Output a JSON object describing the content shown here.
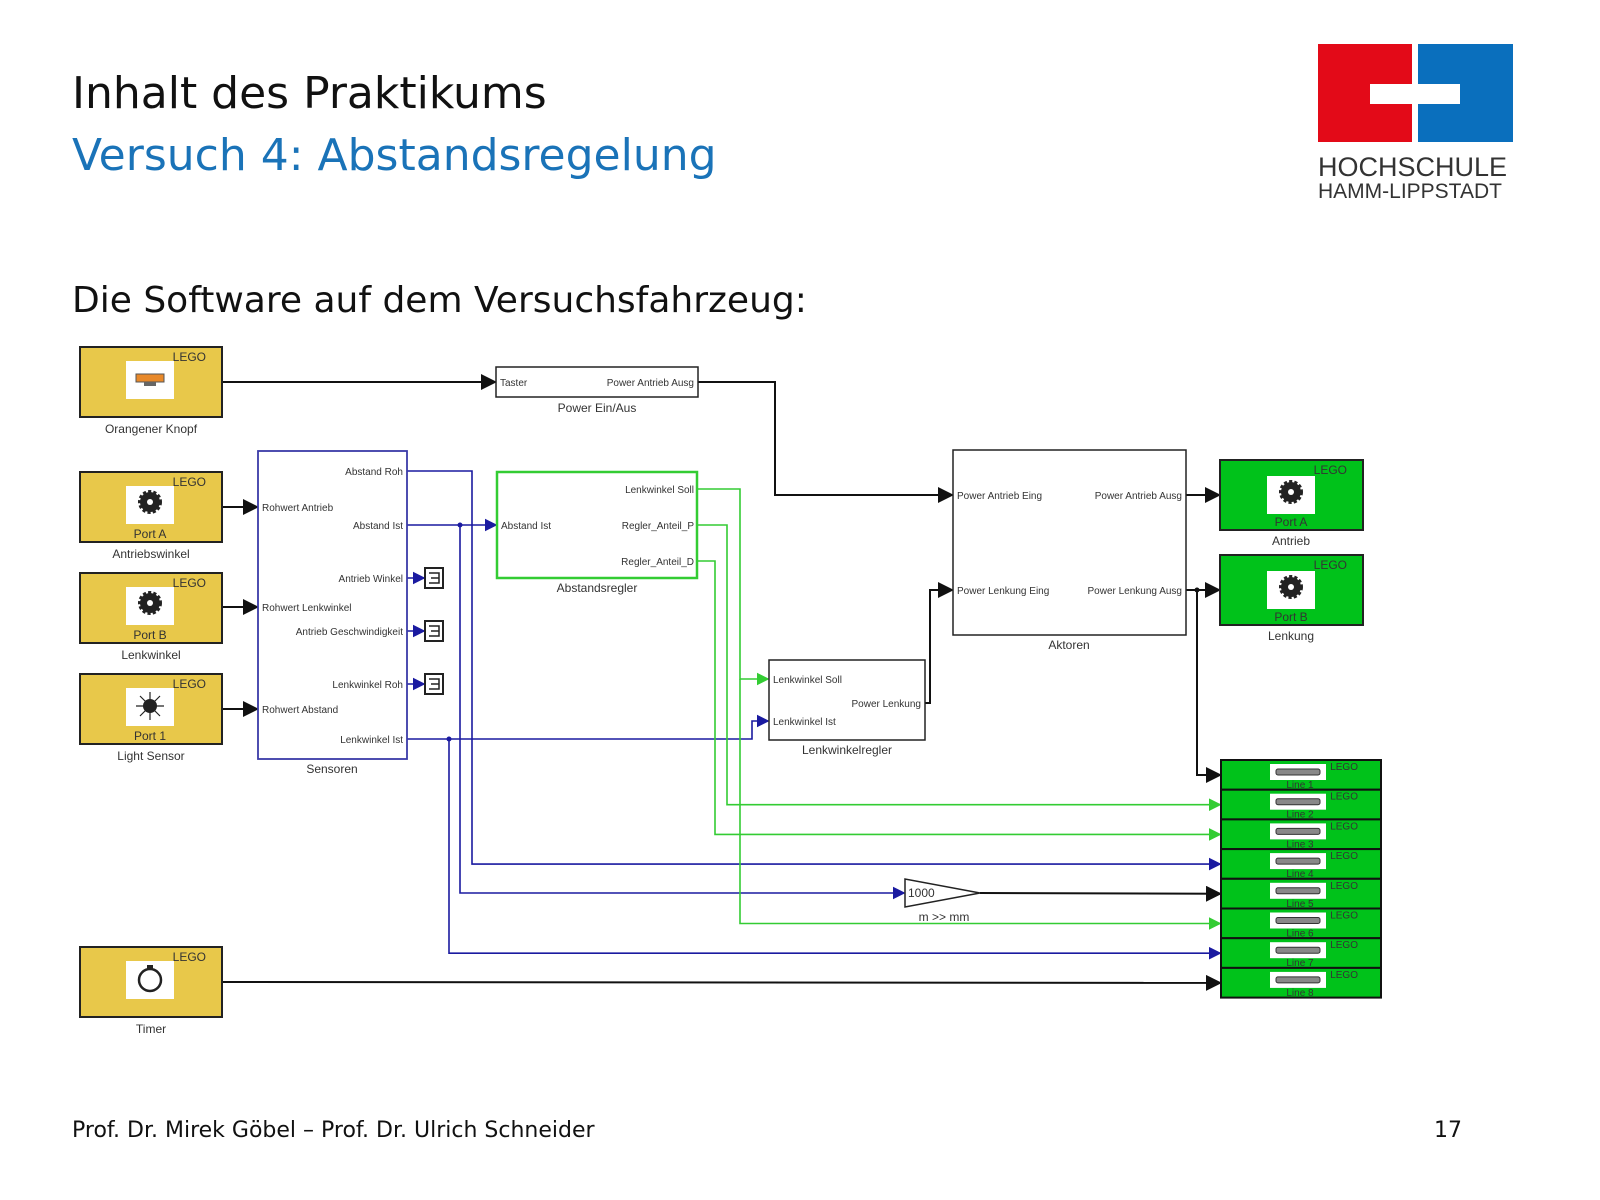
{
  "title": "Inhalt des Praktikums",
  "subtitle": "Versuch 4: Abstandsregelung",
  "section": "Die Software auf dem Versuchsfahrzeug:",
  "footer": "Prof. Dr. Mirek Göbel – Prof. Dr. Ulrich Schneider",
  "page_number": "17",
  "logo": {
    "line1": "HOCHSCHULE",
    "line2": "HAMM-LIPPSTADT"
  },
  "colors": {
    "lego_input": "#e8c84a",
    "lego_output": "#00c21a",
    "signal_blue": "#1a1aa0",
    "signal_green": "#33cc33",
    "title_blue": "#1a73b8"
  },
  "diagram": {
    "lego": "LEGO",
    "inputs": [
      {
        "name": "Orangener Knopf",
        "port": "",
        "icon": "button-icon"
      },
      {
        "name": "Antriebswinkel",
        "port": "Port A",
        "icon": "motor-gear-icon"
      },
      {
        "name": "Lenkwinkel",
        "port": "Port B",
        "icon": "motor-gear-icon"
      },
      {
        "name": "Light Sensor",
        "port": "Port 1",
        "icon": "light-sensor-icon"
      },
      {
        "name": "Timer",
        "port": "",
        "icon": "stopwatch-icon"
      }
    ],
    "power": {
      "name": "Power Ein/Aus",
      "in": "Taster",
      "out": "Power Antrieb Ausg"
    },
    "sensoren": {
      "name": "Sensoren",
      "inputs": [
        "Rohwert Antrieb",
        "Rohwert Lenkwinkel",
        "Rohwert Abstand"
      ],
      "outputs": [
        "Abstand Roh",
        "Abstand Ist",
        "Antrieb Winkel",
        "Antrieb Geschwindigkeit",
        "Lenkwinkel Roh",
        "Lenkwinkel Ist"
      ]
    },
    "abstandsregler": {
      "name": "Abstandsregler",
      "in": "Abstand Ist",
      "outputs": [
        "Lenkwinkel Soll",
        "Regler_Anteil_P",
        "Regler_Anteil_D"
      ]
    },
    "lenkwinkelregler": {
      "name": "Lenkwinkelregler",
      "inputs": [
        "Lenkwinkel Soll",
        "Lenkwinkel Ist"
      ],
      "out": "Power Lenkung"
    },
    "aktoren": {
      "name": "Aktoren",
      "inputs": [
        "Power Antrieb Eing",
        "Power Lenkung Eing"
      ],
      "outputs": [
        "Power Antrieb Ausg",
        "Power Lenkung Ausg"
      ]
    },
    "motors": [
      {
        "name": "Antrieb",
        "port": "Port A"
      },
      {
        "name": "Lenkung",
        "port": "Port B"
      }
    ],
    "gain": {
      "value": "1000",
      "name": "m >> mm"
    },
    "display_lines": [
      "Line 1",
      "Line 2",
      "Line 3",
      "Line 4",
      "Line 5",
      "Line 6",
      "Line 7",
      "Line 8"
    ]
  }
}
